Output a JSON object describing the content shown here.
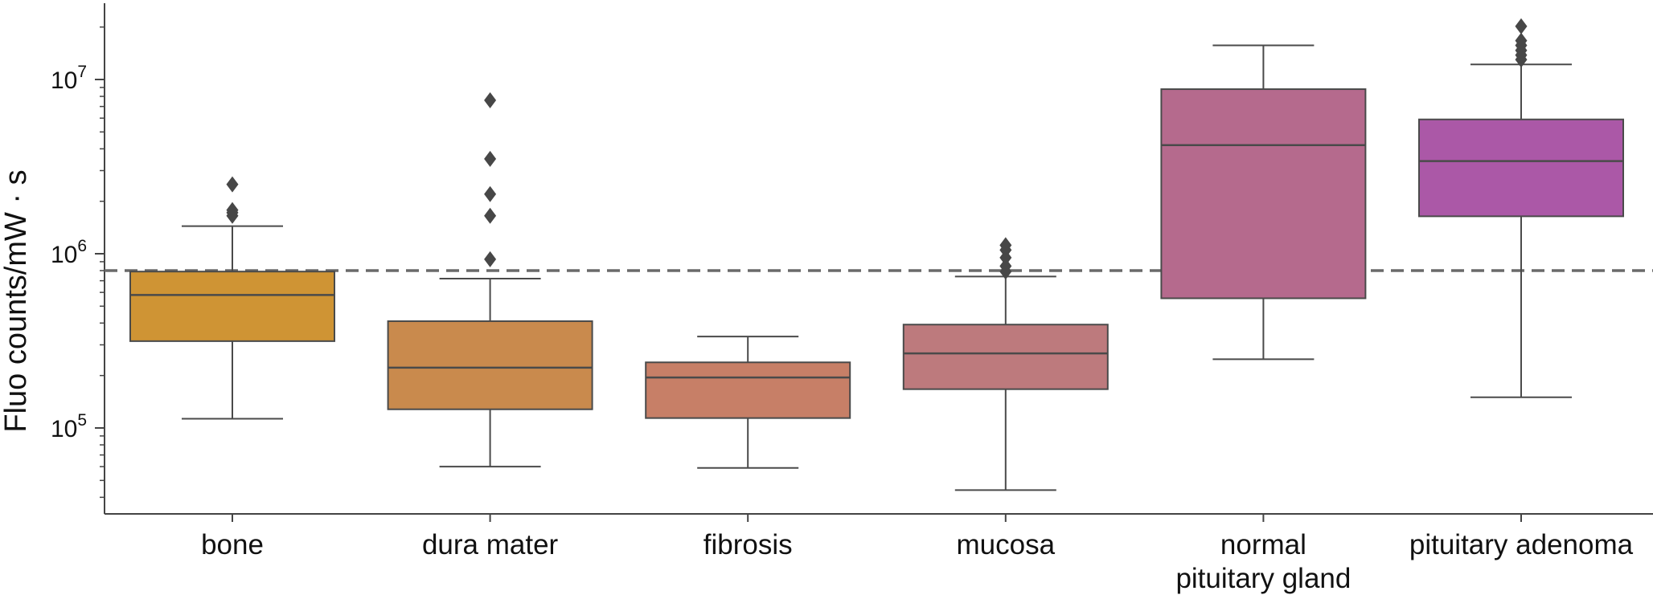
{
  "chart_data": {
    "type": "box",
    "title": "",
    "xlabel": "",
    "ylabel": "Fluo counts/mW · s",
    "yscale": "log",
    "ylim": [
      33000,
      30000000
    ],
    "yticks": [
      {
        "value": 100000,
        "base": "10",
        "exp": "5"
      },
      {
        "value": 1000000,
        "base": "10",
        "exp": "6"
      },
      {
        "value": 10000000,
        "base": "10",
        "exp": "7"
      }
    ],
    "threshold": 800000,
    "grid": false,
    "categories": [
      {
        "lines": [
          "bone"
        ],
        "color": "#cf9434"
      },
      {
        "lines": [
          "dura mater"
        ],
        "color": "#c98a4d"
      },
      {
        "lines": [
          "fibrosis"
        ],
        "color": "#c77f67"
      },
      {
        "lines": [
          "mucosa"
        ],
        "color": "#bd7a7d"
      },
      {
        "lines": [
          "normal",
          "pituitary gland"
        ],
        "color": "#b56a8d"
      },
      {
        "lines": [
          "pituitary adenoma"
        ],
        "color": "#ab58a7"
      }
    ],
    "boxes": [
      {
        "whisker_low": 113000,
        "q1": 315000,
        "median": 580000,
        "q3": 790000,
        "whisker_high": 1440000,
        "outliers": [
          1650000,
          1720000,
          1780000,
          2500000
        ]
      },
      {
        "whisker_low": 60000,
        "q1": 128000,
        "median": 222000,
        "q3": 410000,
        "whisker_high": 720000,
        "outliers": [
          930000,
          1650000,
          2200000,
          3500000,
          7600000
        ]
      },
      {
        "whisker_low": 59000,
        "q1": 114000,
        "median": 195000,
        "q3": 238000,
        "whisker_high": 335000,
        "outliers": []
      },
      {
        "whisker_low": 44000,
        "q1": 167000,
        "median": 268000,
        "q3": 392000,
        "whisker_high": 740000,
        "outliers": [
          790000,
          850000,
          950000,
          1050000,
          1120000
        ]
      },
      {
        "whisker_low": 248000,
        "q1": 555000,
        "median": 4200000,
        "q3": 8800000,
        "whisker_high": 15700000,
        "outliers": []
      },
      {
        "whisker_low": 150000,
        "q1": 1640000,
        "median": 3400000,
        "q3": 5900000,
        "whisker_high": 12200000,
        "outliers": [
          13000000,
          13800000,
          14700000,
          15700000,
          16700000,
          20200000
        ]
      }
    ]
  }
}
